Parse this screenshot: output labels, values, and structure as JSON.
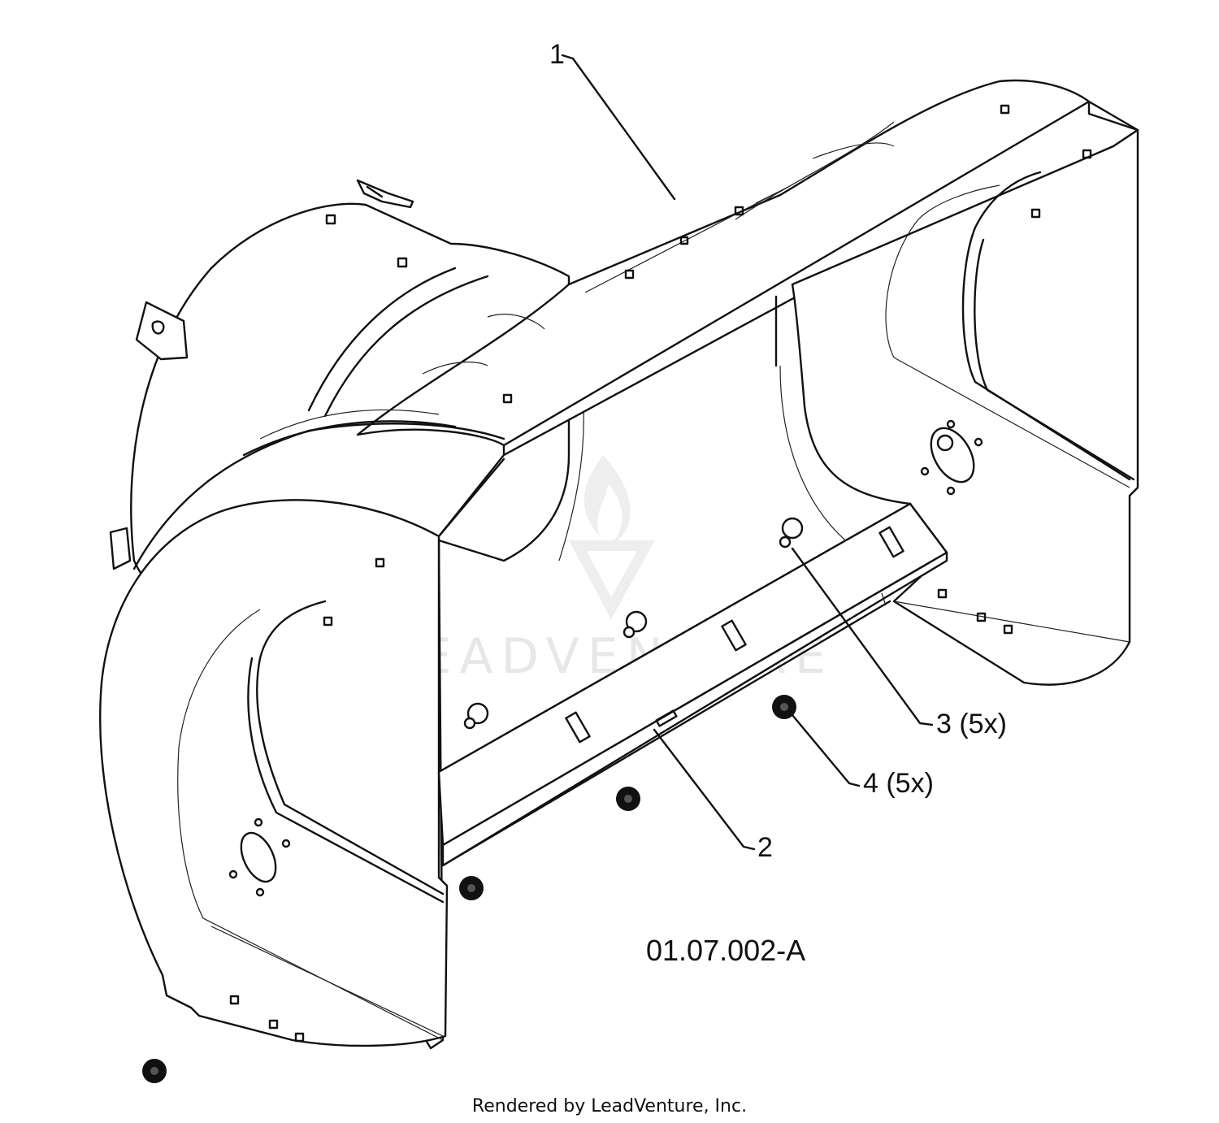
{
  "callouts": [
    {
      "id": "1",
      "text": "1"
    },
    {
      "id": "2",
      "text": "2"
    },
    {
      "id": "3",
      "text": "3 (5x)"
    },
    {
      "id": "4",
      "text": "4 (5x)"
    }
  ],
  "figure_id": "01.07.002-A",
  "watermark": "LEADVENTURE",
  "credit": "Rendered by LeadVenture, Inc."
}
